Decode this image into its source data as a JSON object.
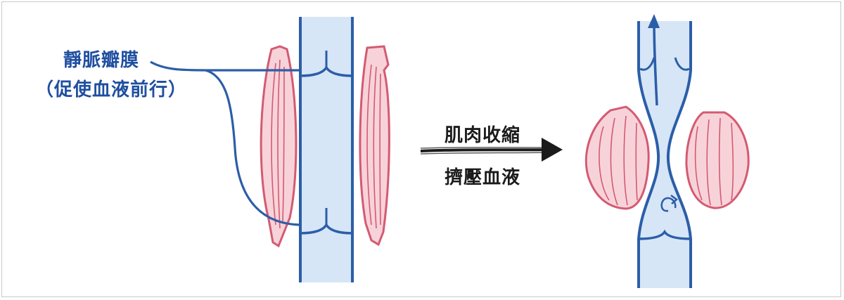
{
  "labels": {
    "valve_title": "靜脈瓣膜",
    "valve_note": "（促使血液前行）",
    "action_top": "肌肉收縮",
    "action_bottom": "擠壓血液"
  },
  "colors": {
    "vein_fill": "#d6e6f7",
    "vein_stroke": "#2c5ea8",
    "muscle_fill": "#f7d3d9",
    "muscle_stroke": "#d45a72",
    "label_blue": "#1f4fa0",
    "arrow": "#1b1b1b"
  }
}
